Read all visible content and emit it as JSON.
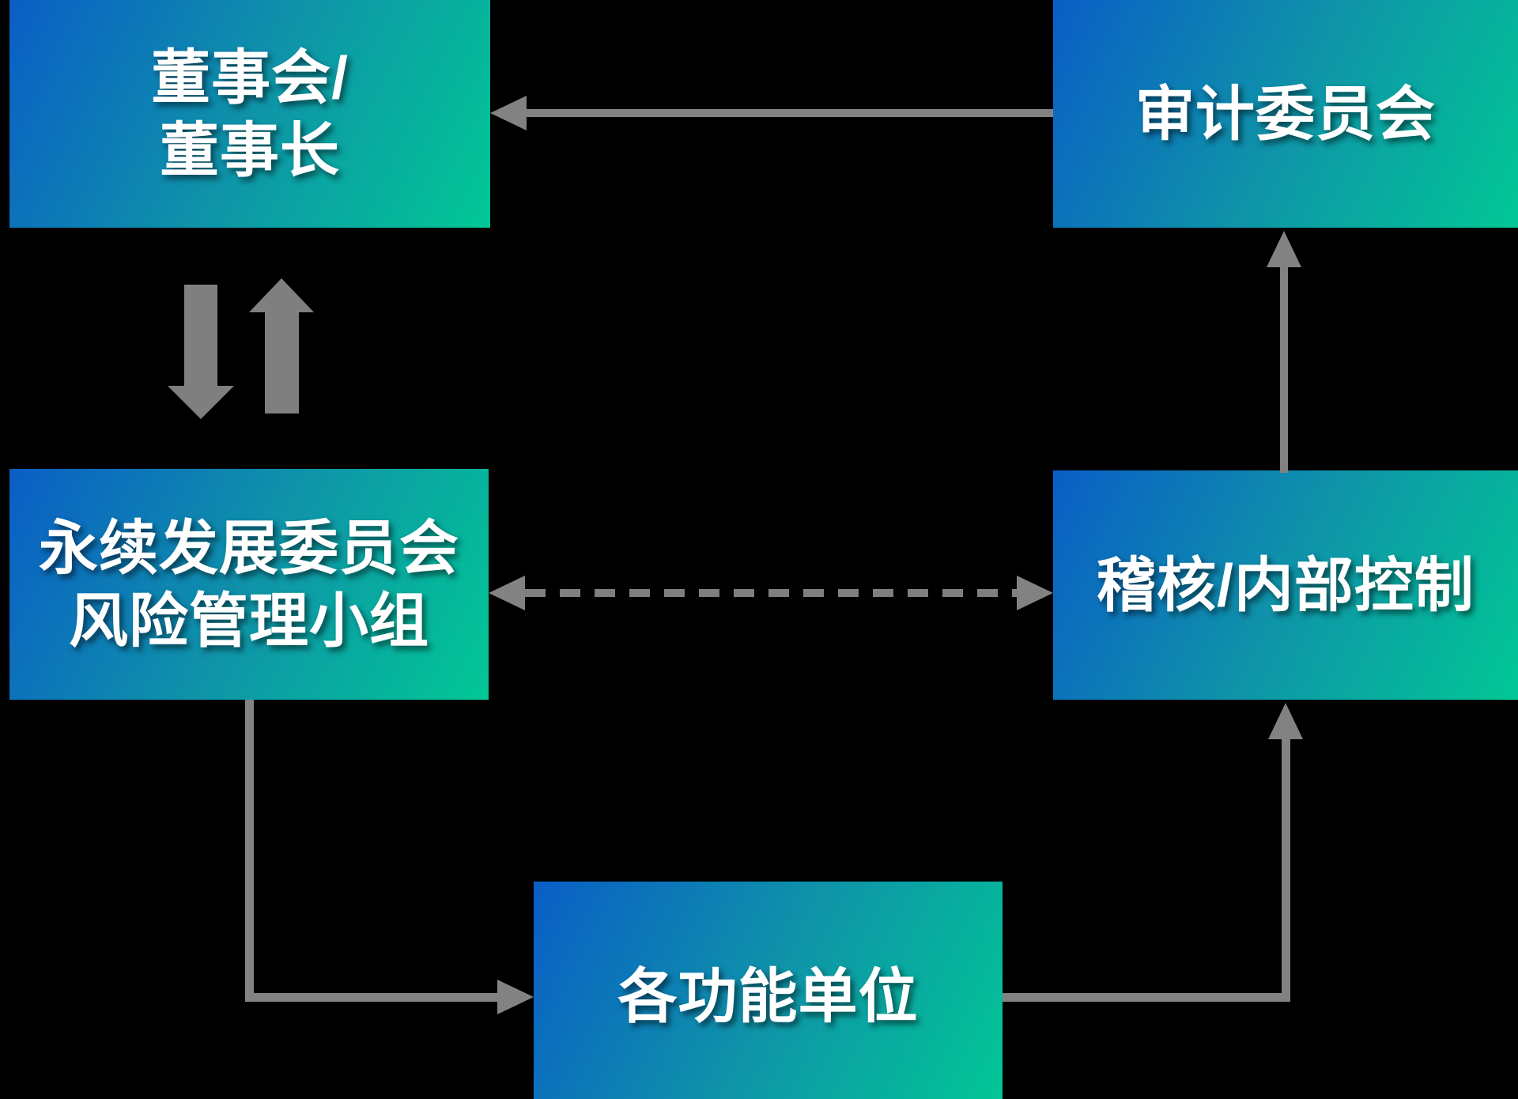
{
  "diagram": {
    "title": "risk-management-organization-flowchart",
    "background_color": "#000000",
    "text_color": "#ffffff",
    "arrow_color": "#828282",
    "thick_arrow_color": "#7f7f7f",
    "node_gradient_start": "#0a5ec6",
    "node_gradient_mid": "#0f93a9",
    "node_gradient_end": "#01c795",
    "nodes": {
      "board": {
        "lines": [
          "董事会/",
          "董事长"
        ]
      },
      "audit": {
        "label": "审计委员会"
      },
      "esg": {
        "lines": [
          "永续发展委员会",
          "风险管理小组"
        ]
      },
      "internal": {
        "label": "稽核/内部控制"
      },
      "units": {
        "label": "各功能单位"
      }
    },
    "edges": [
      {
        "id": "audit-to-board",
        "from": "审计委员会",
        "to": "董事会/董事长",
        "style": "solid",
        "direction": "left"
      },
      {
        "id": "board-to-esg",
        "from": "董事会/董事长",
        "to": "永续发展委员会风险管理小组",
        "style": "thick-block",
        "direction": "down"
      },
      {
        "id": "esg-to-board",
        "from": "永续发展委员会风险管理小组",
        "to": "董事会/董事长",
        "style": "thick-block",
        "direction": "up"
      },
      {
        "id": "esg-internal",
        "from": "永续发展委员会风险管理小组",
        "to": "稽核/内部控制",
        "style": "dashed",
        "direction": "both"
      },
      {
        "id": "internal-to-audit",
        "from": "稽核/内部控制",
        "to": "审计委员会",
        "style": "solid",
        "direction": "up"
      },
      {
        "id": "esg-to-units",
        "from": "永续发展委员会风险管理小组",
        "to": "各功能单位",
        "style": "solid-elbow",
        "direction": "right"
      },
      {
        "id": "units-to-internal",
        "from": "各功能单位",
        "to": "稽核/内部控制",
        "style": "solid-elbow",
        "direction": "up"
      }
    ]
  }
}
